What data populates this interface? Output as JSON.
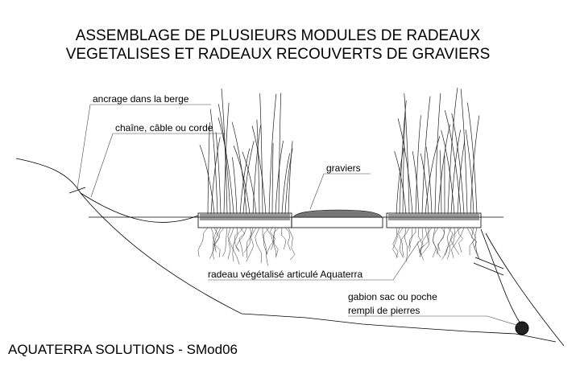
{
  "title": {
    "line1": "ASSEMBLAGE DE PLUSIEURS MODULES DE RADEAUX",
    "line2": "VEGETALISES ET RADEAUX RECOUVERTS DE GRAVIERS"
  },
  "labels": {
    "anchor": "ancrage dans la berge",
    "chain": "chaîne, câble ou corde",
    "gravel": "graviers",
    "raft": "radeau végétalisé articulé Aquaterra",
    "gabion_line1": "gabion sac ou poche",
    "gabion_line2": "rempli de pierres"
  },
  "footer": "AQUATERRA SOLUTIONS - SMod06"
}
